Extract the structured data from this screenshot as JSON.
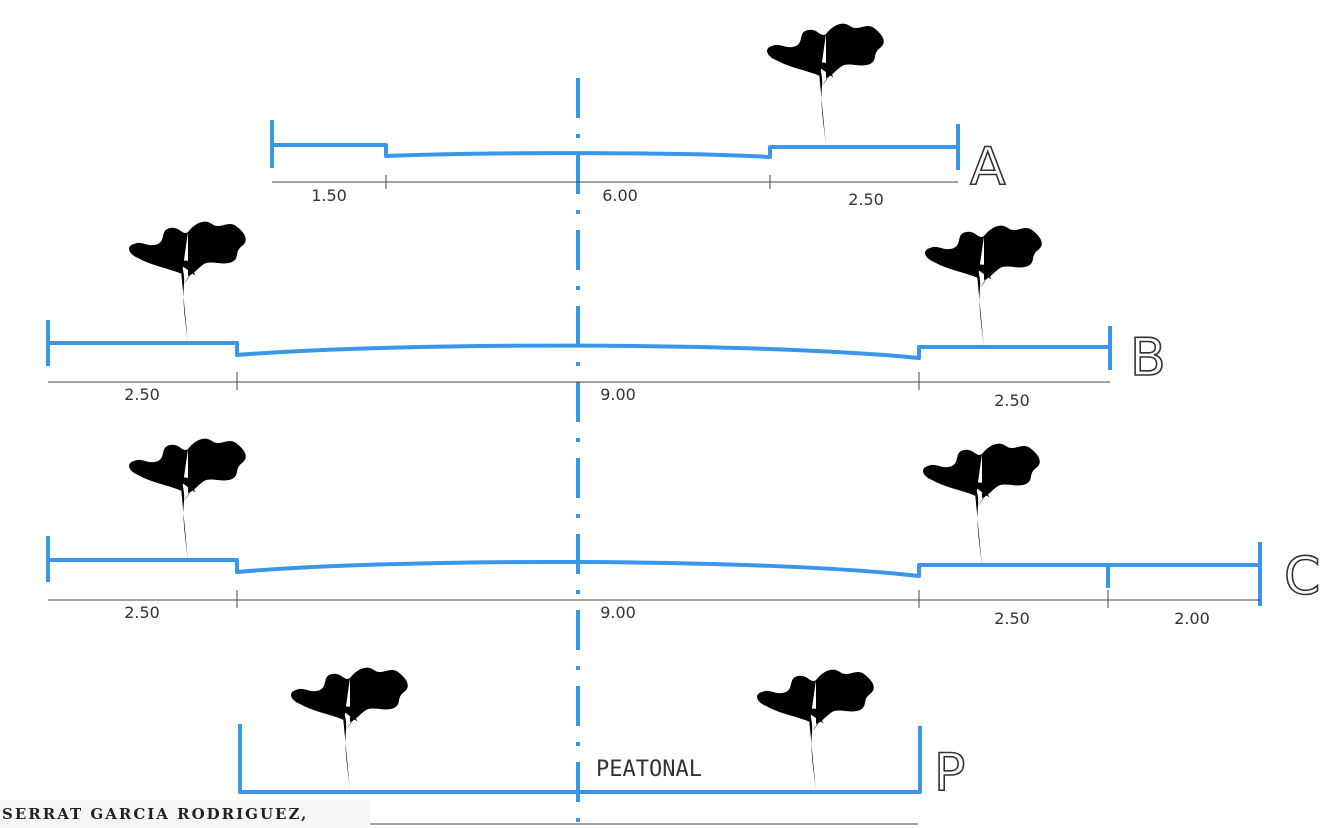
{
  "sections": [
    {
      "label": "A",
      "dimensions": [
        "1.50",
        "6.00",
        "2.50"
      ]
    },
    {
      "label": "B",
      "dimensions": [
        "2.50",
        "9.00",
        "2.50"
      ]
    },
    {
      "label": "C",
      "dimensions": [
        "2.50",
        "9.00",
        "2.50",
        "2.00"
      ]
    },
    {
      "label": "P",
      "text": "PEATONAL"
    }
  ],
  "caption": "SERRAT GARCIA RODRIGUEZ,",
  "colors": {
    "road": "#3a96e8",
    "tree": "#6cc35a",
    "dimension": "#444444"
  },
  "icons": [
    "tree-icon"
  ]
}
